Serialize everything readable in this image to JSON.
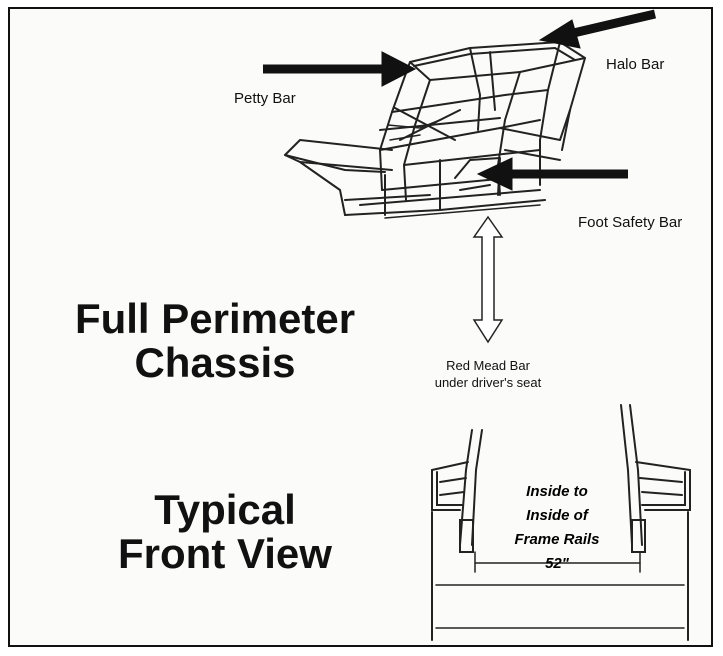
{
  "callouts": {
    "halo_bar": "Halo Bar",
    "petty_bar": "Petty Bar",
    "foot_safety_bar": "Foot Safety Bar",
    "red_mead_line1": "Red Mead Bar",
    "red_mead_line2": "under driver's seat"
  },
  "titles": {
    "main_line1": "Full Perimeter",
    "main_line2": "Chassis",
    "sub_line1": "Typical",
    "sub_line2": "Front View"
  },
  "front_view": {
    "line1": "Inside to",
    "line2": "Inside of",
    "line3": "Frame Rails",
    "line4": "52\""
  }
}
